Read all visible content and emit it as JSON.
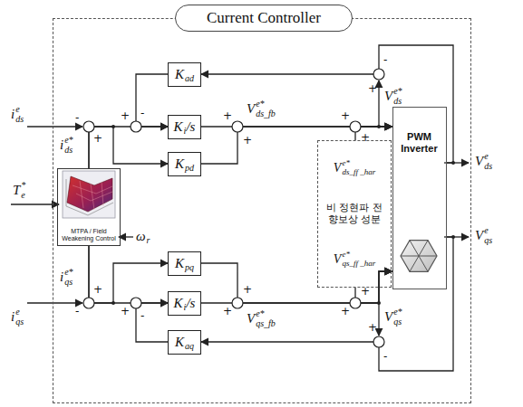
{
  "diagram": {
    "nodes": [
      {
        "text": [
          "Current Controller"
        ]
      },
      {
        "text": [
          "K",
          "ad"
        ],
        "in": 0
      },
      {
        "text": [
          "K",
          "i",
          "/s"
        ],
        "in": 0
      },
      {
        "text": [
          "K",
          "pd"
        ],
        "in": 0
      },
      {
        "text": [
          "MTPA / Field Weakening Control"
        ],
        "in": 0
      },
      {
        "text": [
          "V",
          "ds_ff _har",
          "e*",
          "비 정현파 전향보상 성분",
          "V",
          "qs_ff _har",
          "e*"
        ],
        "in": 0
      },
      {
        "text": [
          "K",
          "pq"
        ],
        "in": 0
      },
      {
        "text": [
          "K",
          "i",
          "/s"
        ],
        "in": 0
      },
      {
        "text": [
          "K",
          "aq"
        ],
        "in": 0
      },
      {
        "text": [
          "PWM Inverter"
        ],
        "in": 0
      }
    ],
    "edges": [
      {
        "from": 4,
        "to": 2,
        "arrow": "to"
      },
      {
        "from": 4,
        "to": 3,
        "arrow": "to"
      },
      {
        "from": 4,
        "to": 7,
        "arrow": "to"
      },
      {
        "from": 4,
        "to": 6,
        "arrow": "to"
      },
      {
        "from": 2,
        "to": 9,
        "arrow": "to"
      },
      {
        "from": 3,
        "to": 9,
        "arrow": "to"
      },
      {
        "from": 5,
        "to": 9,
        "arrow": "to"
      },
      {
        "from": 5,
        "to": 9,
        "arrow": "to"
      },
      {
        "from": 7,
        "to": 9,
        "arrow": "to"
      },
      {
        "from": 6,
        "to": 9,
        "arrow": "to"
      },
      {
        "from": 9,
        "to": 1,
        "arrow": "to"
      },
      {
        "from": 9,
        "to": 8,
        "arrow": "to"
      },
      {
        "from": 1,
        "to": 2,
        "arrow": "to"
      },
      {
        "from": 8,
        "to": 7,
        "arrow": "to"
      }
    ],
    "labels": [
      "i",
      "ds",
      "e",
      "i",
      "ds",
      "e*",
      "T",
      "e",
      "*",
      "ω",
      "r",
      "i",
      "qs",
      "e*",
      "i",
      "qs",
      "e",
      "V",
      "ds_fb",
      "e*",
      "V",
      "ds",
      "e*",
      "V",
      "qs_fb",
      "e*",
      "V",
      "qs",
      "e*",
      "V",
      "ds",
      "e",
      "V",
      "qs",
      "e",
      "-",
      "+",
      "+",
      "-",
      "+",
      "+",
      "+",
      "+",
      "-",
      "+",
      "-",
      "+",
      "+",
      "-",
      "+",
      "+",
      "+",
      "+",
      "+",
      "-"
    ]
  }
}
